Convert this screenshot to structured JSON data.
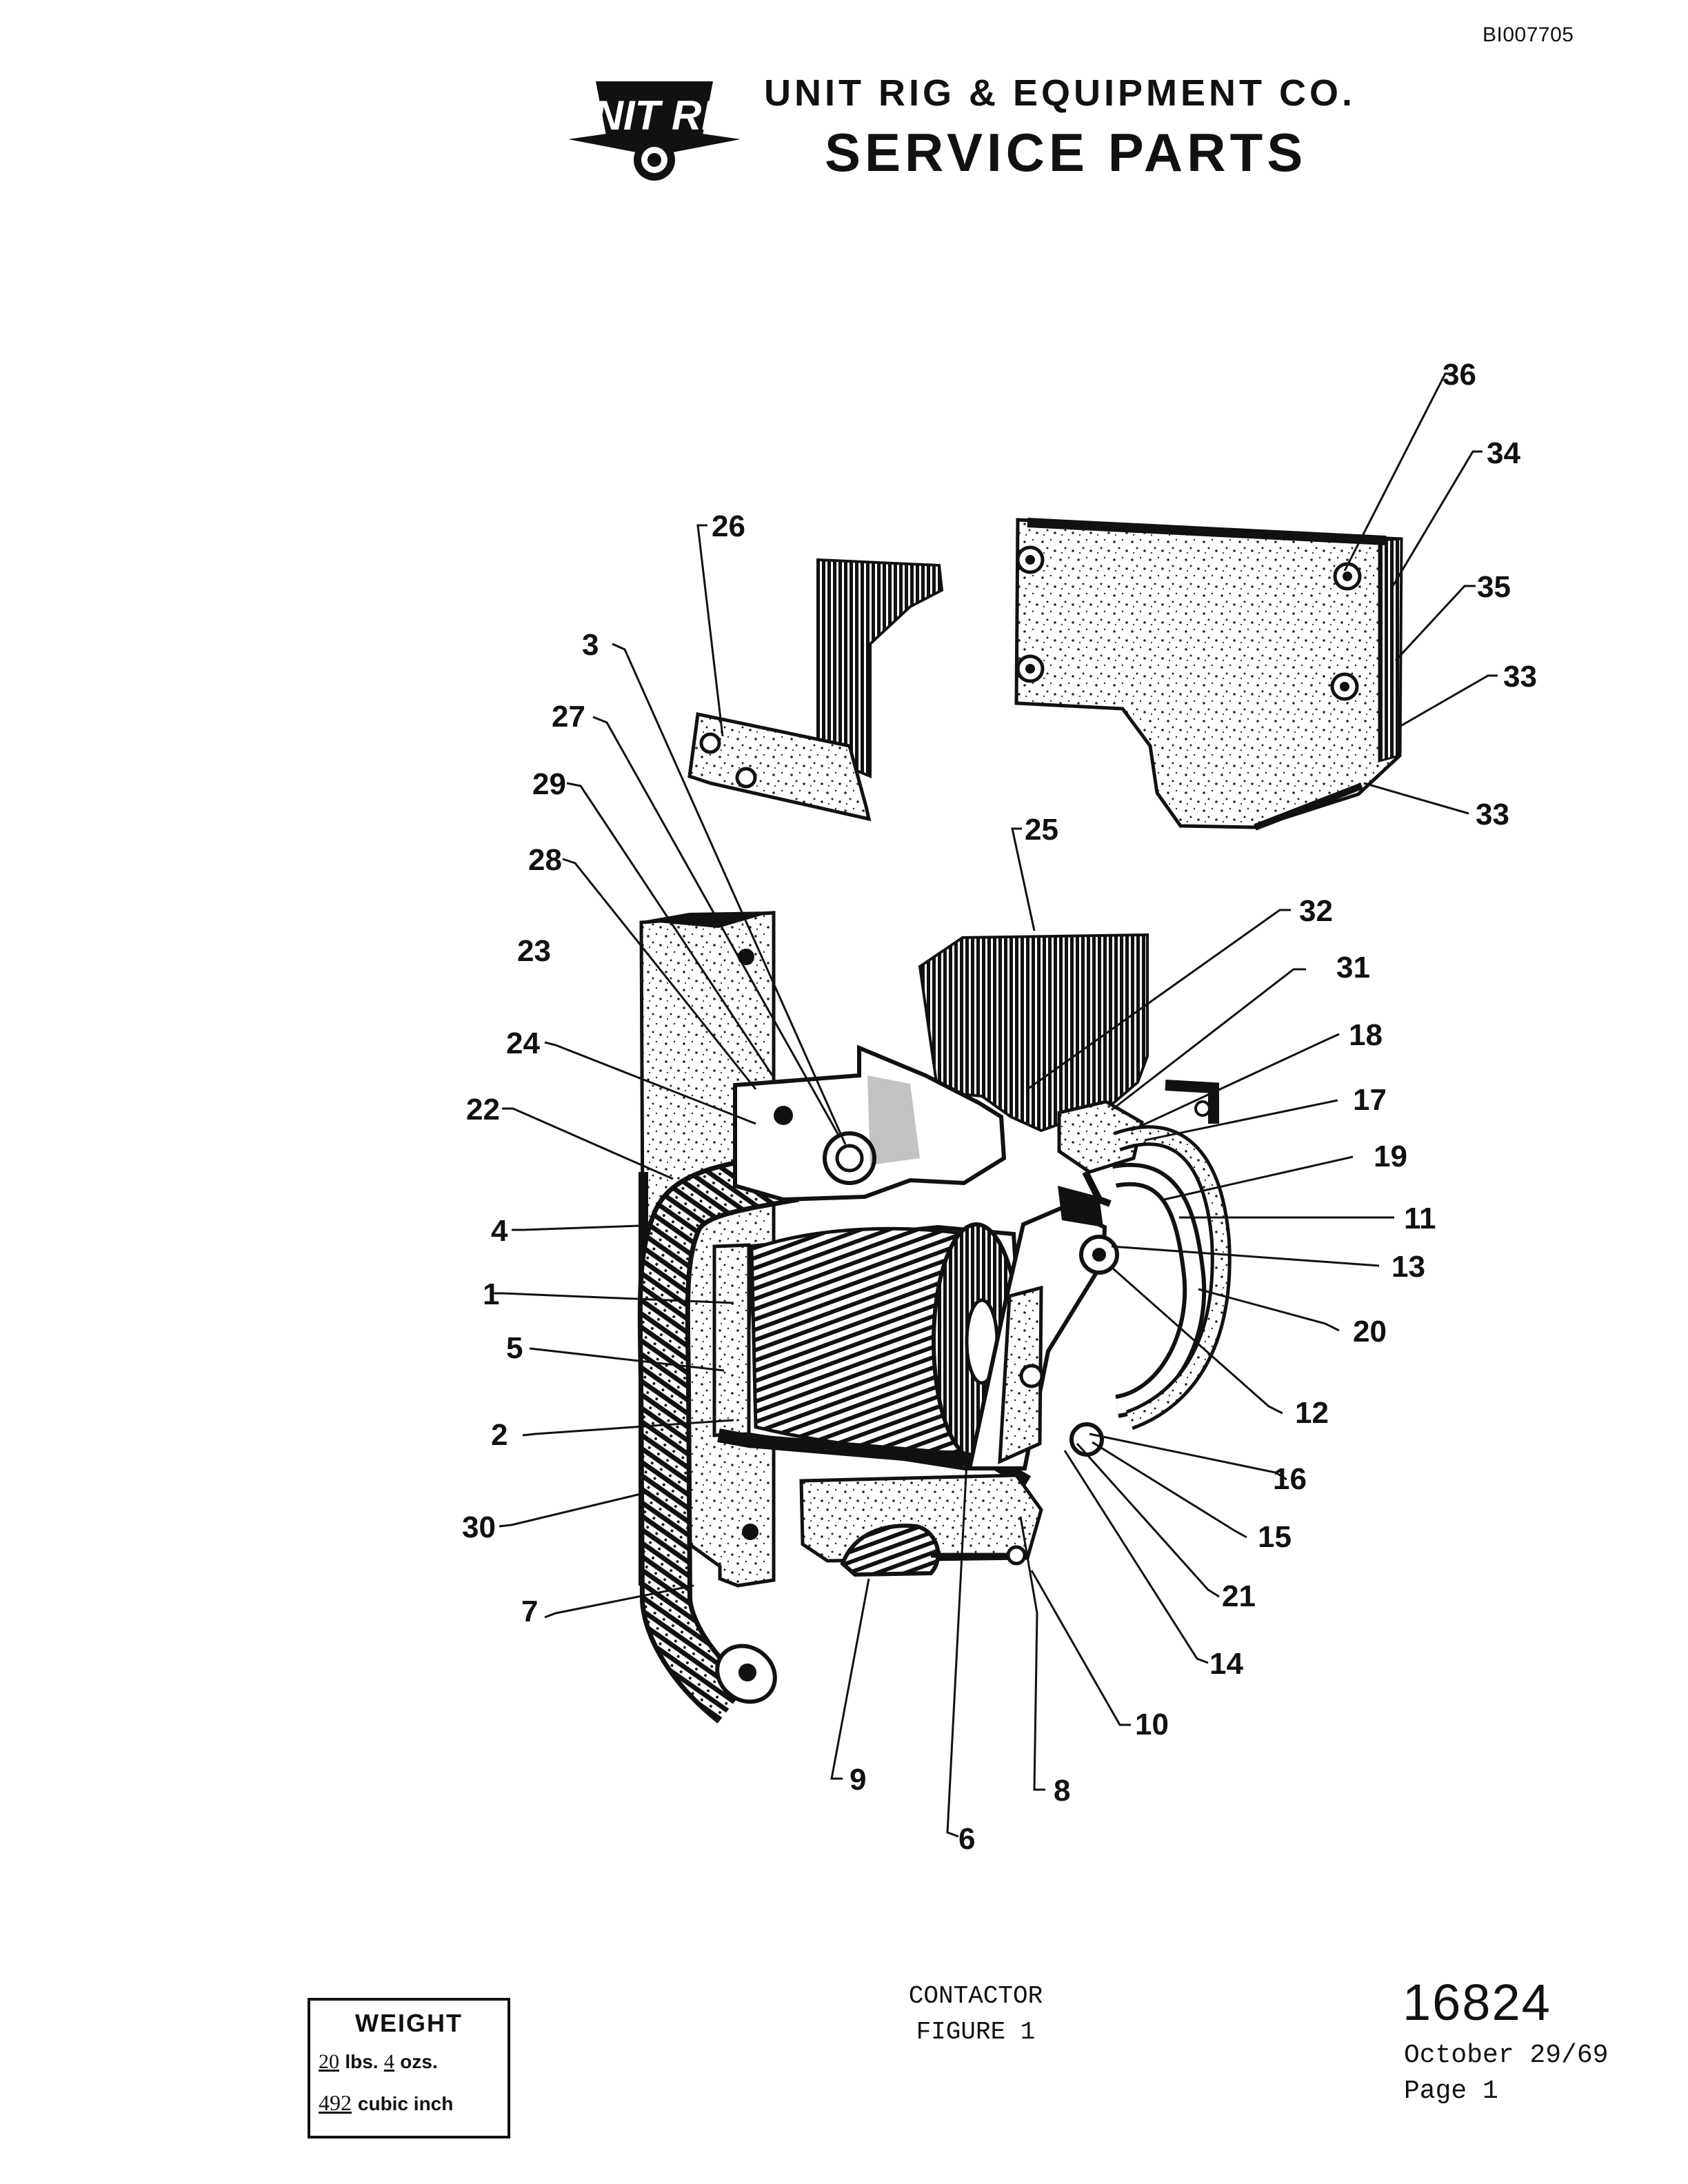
{
  "document_id": "BI007705",
  "header": {
    "logo_text": "UNIT RIG",
    "company": "UNIT RIG & EQUIPMENT CO.",
    "title": "SERVICE PARTS"
  },
  "figure": {
    "callouts": [
      "1",
      "2",
      "3",
      "4",
      "5",
      "6",
      "7",
      "8",
      "9",
      "10",
      "11",
      "12",
      "13",
      "14",
      "15",
      "16",
      "17",
      "18",
      "19",
      "20",
      "21",
      "22",
      "23",
      "24",
      "25",
      "26",
      "27",
      "28",
      "29",
      "30",
      "31",
      "32",
      "33",
      "33",
      "34",
      "35",
      "36"
    ]
  },
  "weight_box": {
    "title": "WEIGHT",
    "pounds": "20",
    "pounds_unit": "lbs.",
    "ounces": "4",
    "ounces_unit": "ozs.",
    "volume": "492",
    "volume_unit": "cubic inch"
  },
  "caption": {
    "line1": "CONTACTOR",
    "line2": "FIGURE 1"
  },
  "footer": {
    "part_number": "16824",
    "date": "October 29/69",
    "page": "Page 1"
  }
}
